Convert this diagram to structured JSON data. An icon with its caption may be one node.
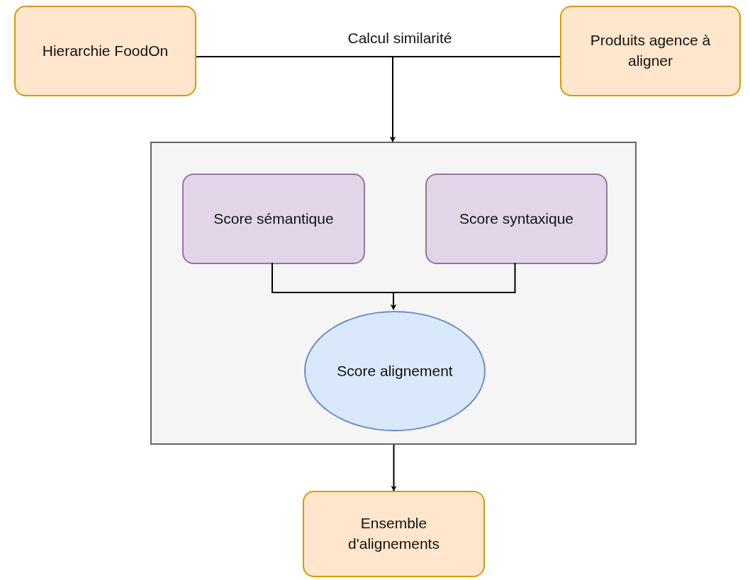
{
  "diagram": {
    "nodes": [
      {
        "text": [
          "Hierarchie FoodOn"
        ]
      },
      {
        "text": [
          "Produits agence à aligner"
        ]
      },
      {
        "text": [],
        "shape": "box"
      },
      {
        "text": [
          "Score sémantique"
        ],
        "in": 2
      },
      {
        "text": [
          "Score syntaxique"
        ],
        "in": 2
      },
      {
        "text": [
          "Score alignement"
        ],
        "in": 2
      },
      {
        "text": [
          "Ensemble d'alignements"
        ]
      }
    ],
    "edges": [
      {
        "from": 0,
        "to": 2,
        "arrow": "to",
        "label": "Calcul similarité"
      },
      {
        "from": 1,
        "to": 2,
        "arrow": "to"
      },
      {
        "from": 3,
        "to": 5,
        "arrow": "to"
      },
      {
        "from": 4,
        "to": 5,
        "arrow": "to"
      },
      {
        "from": 2,
        "to": 6,
        "arrow": "to"
      }
    ]
  }
}
